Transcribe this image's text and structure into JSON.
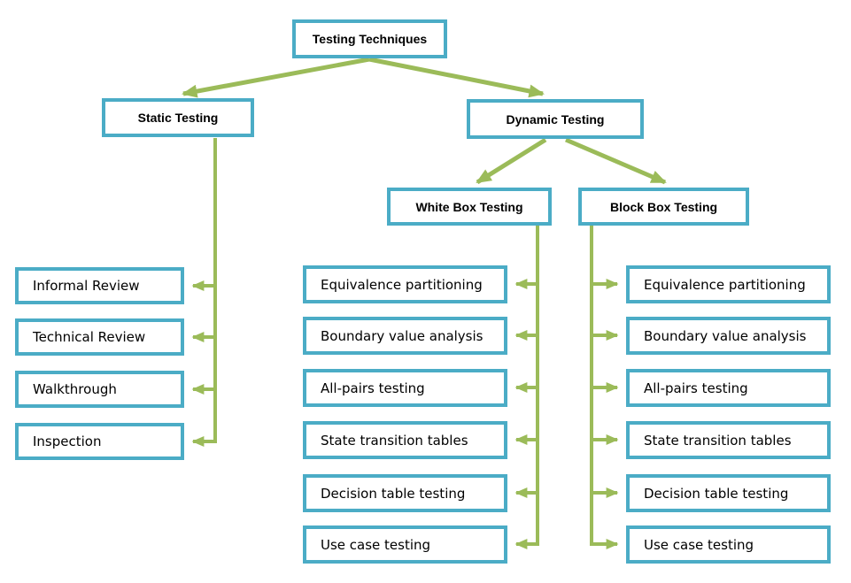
{
  "diagram": {
    "root": {
      "label": "Testing Techniques"
    },
    "level2": {
      "static": {
        "label": "Static Testing"
      },
      "dynamic": {
        "label": "Dynamic Testing"
      }
    },
    "level3": {
      "whitebox": {
        "label": "White Box Testing"
      },
      "blackbox": {
        "label": "Block Box Testing"
      }
    },
    "static_children": [
      "Informal Review",
      "Technical Review",
      "Walkthrough",
      "Inspection"
    ],
    "whitebox_children": [
      "Equivalence partitioning",
      "Boundary value analysis",
      "All-pairs testing",
      "State transition tables",
      "Decision table testing",
      "Use case testing"
    ],
    "blackbox_children": [
      "Equivalence partitioning",
      "Boundary value analysis",
      "All-pairs testing",
      "State transition tables",
      "Decision table testing",
      "Use case testing"
    ],
    "colors": {
      "box_border": "#4BACC6",
      "connector": "#9BBB59",
      "text": "#000000",
      "background": "#FFFFFF"
    }
  }
}
